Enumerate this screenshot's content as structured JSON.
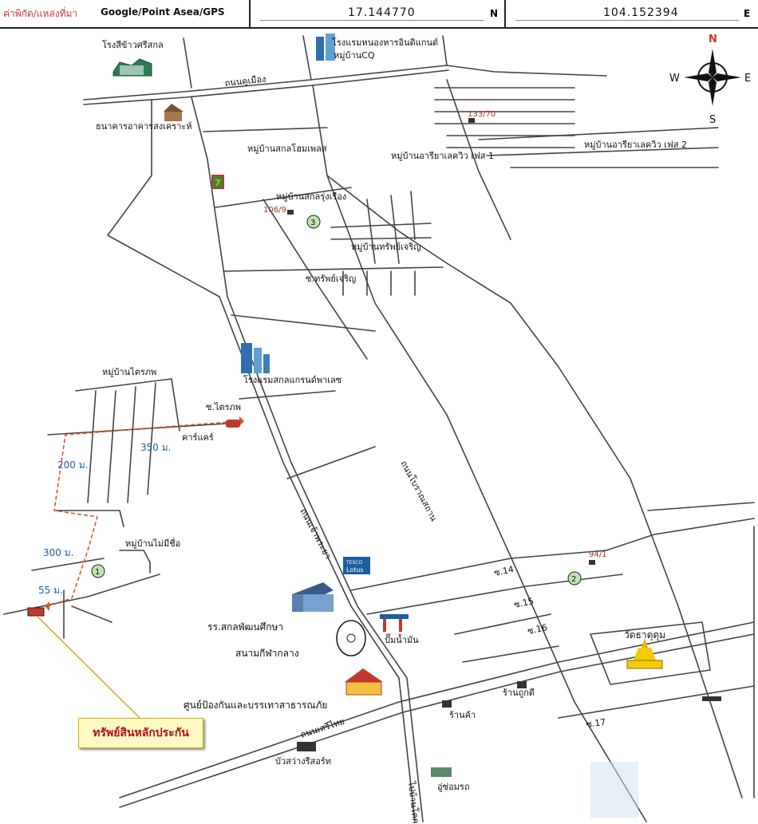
{
  "header": {
    "coord_label": "ค่าพิกัด/แหล่งที่มา",
    "source": "Google/Point Asea/GPS",
    "latitude": "17.144770",
    "lat_suffix": "N",
    "longitude": "104.152394",
    "lon_suffix": "E"
  },
  "compass": {
    "n": "N",
    "s": "S",
    "e": "E",
    "w": "W"
  },
  "places": {
    "rice_mill": "โรงสีข้าวศรีสกล",
    "hotel_indochine": "โรงแรมหนองหารอินดิแกนด์",
    "village_cq": "หมู่บ้านCQ",
    "road_khumuang": "ถนนคูเมือง",
    "bank_ghb": "ธนาคารอาคารสงเคราะห์",
    "village_sakon_home": "หมู่บ้านสกลโฮมเพลส",
    "village_ariya1": "หมู่บ้านอารียาเลควิว เฟส 1",
    "village_ariya2": "หมู่บ้านอารียาเลควิว เฟส 2",
    "no_133": "133/70",
    "village_rungrueang": "หมู่บ้านสกลรุ่งเรือง",
    "no_106": "106/9",
    "village_sapcharoen": "หมู่บ้านทรัพย์เจริญ",
    "soi_sapcharoen": "ซ.ทรัพย์เจริญ",
    "hotel_grand": "โรงแรมสกลแกรนด์พาเลซ",
    "village_traiphop": "หมู่บ้านไตรภพ",
    "soi_traiphop": "ซ.ไตรภพ",
    "car_care": "คาร์แคร์",
    "dist_350": "350 ม.",
    "dist_200": "200 ม.",
    "dist_300": "300 ม.",
    "dist_55": "55 ม.",
    "village_noname": "หมู่บ้านไม่มีชื่อ",
    "road_boran": "ถนนโบราณสถาน",
    "road_chonglom": "ถนนเจ้าพระยา",
    "tesco": "TESCO",
    "lotus": "Lotus",
    "no_94": "94/1",
    "soi_14": "ซ.14",
    "soi_15": "ซ.15",
    "soi_16": "ซ.16",
    "soi_17": "ซ.17",
    "wat": "วัดธาตุดุม",
    "school": "รร.สกลพัฒนศึกษา",
    "gas": "ปั๊มน้ำมัน",
    "stadium": "สนามกีฬากลาง",
    "disaster_center": "ศูนย์ป้องกันและบรรเทาสาธารณภัย",
    "shop_tukdee": "ร้านถูกดี",
    "shop": "ร้านค้า",
    "road_serithai": "ถนนเสรีไทย",
    "resort": "บัวสว่างรีสอร์ท",
    "garage": "อู่ซ่อมรถ",
    "to_kut": "ไปบ้านโคกคอน",
    "marker1": "1",
    "marker2": "2",
    "marker3": "3",
    "seven": "7",
    "collateral": "ทรัพย์สินหลักประกัน"
  },
  "colors": {
    "road": "#444444",
    "route": "#d9532b",
    "distance_text": "#1f5fa8",
    "marker_fill": "#bfe6b0",
    "label_box": "#fff9c4",
    "collateral_text": "#b01010"
  }
}
